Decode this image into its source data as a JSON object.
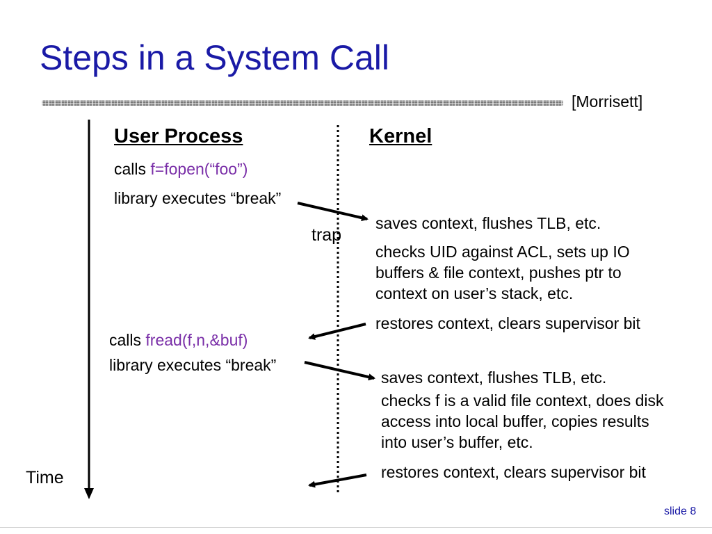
{
  "title": "Steps in a System Call",
  "credit": "[Morrisett]",
  "headers": {
    "user": "User Process",
    "kernel": "Kernel"
  },
  "user_steps": [
    {
      "prefix": "calls ",
      "code": "f=fopen(“foo”)"
    },
    {
      "text": "library executes “break”"
    },
    {
      "prefix": "calls ",
      "code": "fread(f,n,&buf)"
    },
    {
      "text": "library executes “break”"
    }
  ],
  "trap_label": "trap",
  "kernel_steps": [
    "saves context, flushes TLB, etc.",
    "checks UID against ACL, sets up IO buffers & file context, pushes ptr to context on user’s stack, etc.",
    "restores context, clears supervisor bit",
    "saves context, flushes TLB, etc.",
    "checks f is a valid file context, does disk access into local buffer, copies results into user’s buffer, etc.",
    "restores context, clears supervisor bit"
  ],
  "time_label": "Time",
  "slide_number": "slide 8",
  "colors": {
    "title": "#1a1aa6",
    "code": "#7a2fa8",
    "text": "#000000"
  }
}
